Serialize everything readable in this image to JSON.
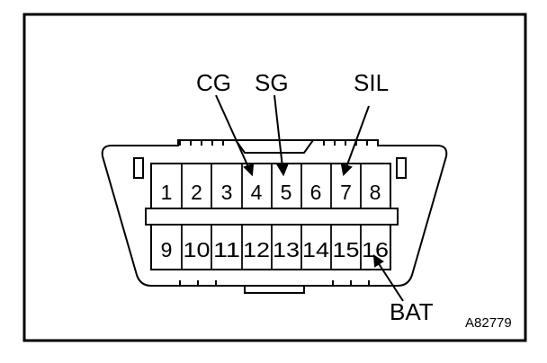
{
  "pins_top": [
    "1",
    "2",
    "3",
    "4",
    "5",
    "6",
    "7",
    "8"
  ],
  "pins_bottom": [
    "9",
    "10",
    "11",
    "12",
    "13",
    "14",
    "15",
    "16"
  ],
  "callouts": {
    "cg": "CG",
    "sg": "SG",
    "sil": "SIL",
    "bat": "BAT"
  },
  "figure_ref": "A82779"
}
